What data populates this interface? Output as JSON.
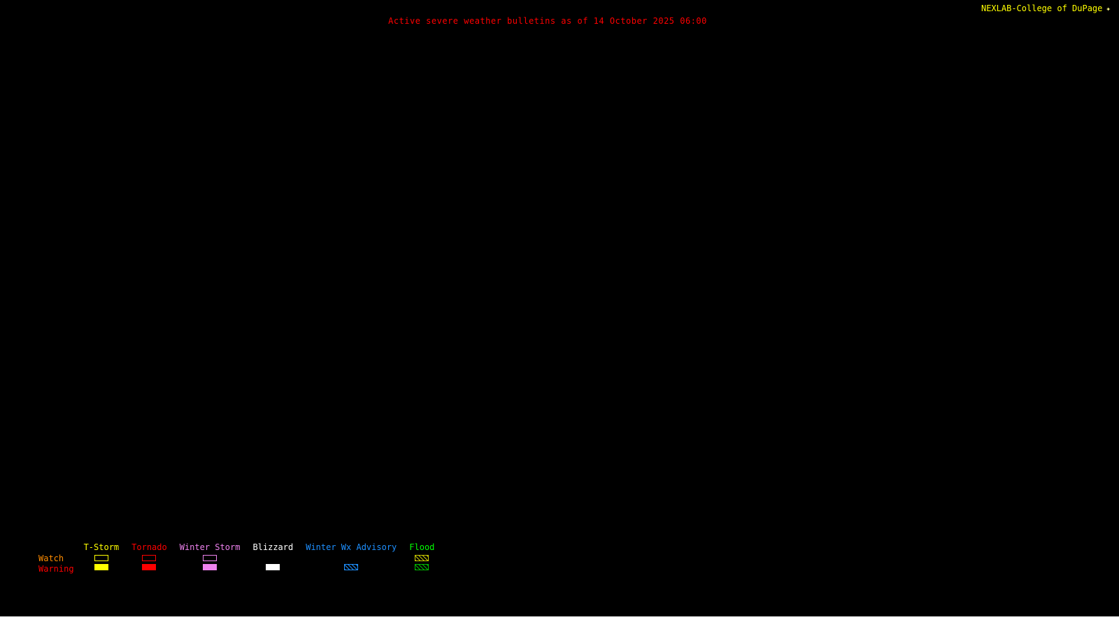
{
  "header": {
    "title": "Active severe weather bulletins as of 14 October 2025 06:00",
    "title_color": "#ff0000",
    "branding": "NEXLAB-College of DuPage",
    "branding_color": "#ffff00",
    "logo_glyph": "✦"
  },
  "legend": {
    "rows": [
      {
        "key": "watch",
        "label": "Watch",
        "color": "#ff8c00"
      },
      {
        "key": "warning",
        "label": "Warning",
        "color": "#ff0000"
      }
    ],
    "categories": [
      {
        "label": "T-Storm",
        "color": "#ffff00",
        "watch": "outline",
        "warning": "filled"
      },
      {
        "label": "Tornado",
        "color": "#ff0000",
        "watch": "outline",
        "warning": "filled"
      },
      {
        "label": "Winter Storm",
        "color": "#ee82ee",
        "watch": "outline",
        "warning": "filled"
      },
      {
        "label": "Blizzard",
        "color": "#ffffff",
        "watch": "none",
        "warning": "filled"
      },
      {
        "label": "Winter Wx Advisory",
        "color": "#1e90ff",
        "watch": "none",
        "warning": "hatched"
      },
      {
        "label": "Flood",
        "color": "#00ff00",
        "watch": "hatched",
        "warning": "hatched",
        "watch_color": "#c8c800",
        "warning_color": "#00bb00"
      }
    ]
  },
  "map": {
    "background_color": "#000000"
  }
}
